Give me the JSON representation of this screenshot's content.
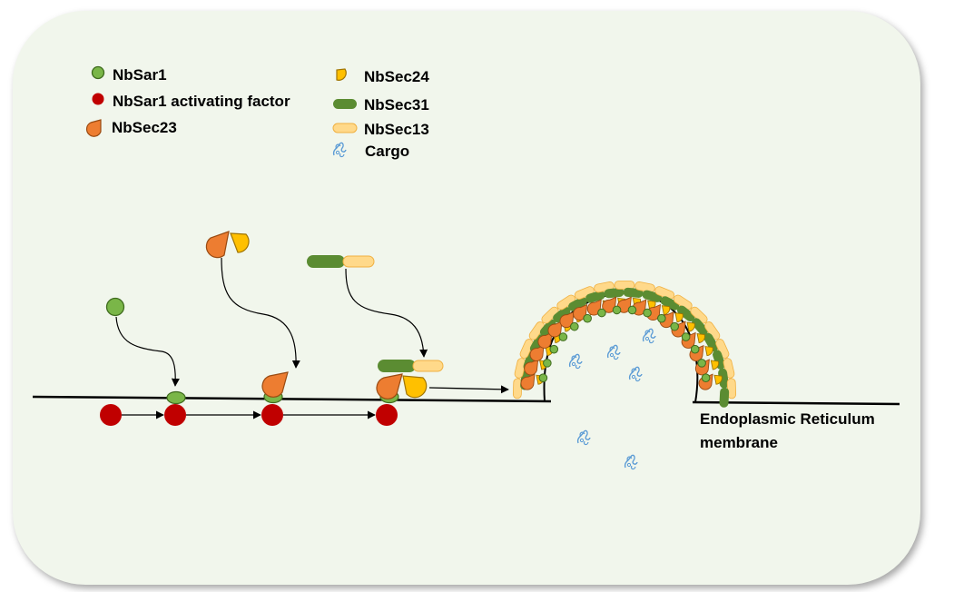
{
  "legend": {
    "sar1": "NbSar1",
    "activating_factor": "NbSar1 activating factor",
    "sec23": "NbSec23",
    "sec24": "NbSec24",
    "sec31": "NbSec31",
    "sec13": "NbSec13",
    "cargo": "Cargo"
  },
  "membrane_label": [
    "Endoplasmic Reticulum",
    "membrane"
  ],
  "colors": {
    "sar1": "#7ab648",
    "sar1_stroke": "#3f6b1e",
    "activating_factor": "#c00000",
    "sec23": "#ed7d31",
    "sec23_stroke": "#9a4b12",
    "sec24": "#ffc000",
    "sec24_stroke": "#a07400",
    "sec31": "#5b8c32",
    "sec13": "#ffd98a",
    "sec13_stroke": "#f0b040",
    "cargo": "#5b9bd5",
    "panel": "#f1f6ec"
  },
  "icons": {
    "sar1": "green-circle",
    "activating_factor": "red-circle",
    "sec23": "orange-wedge",
    "sec24": "yellow-wedge",
    "sec31": "green-bar",
    "sec13": "yellow-bar",
    "cargo": "blue-squiggle"
  }
}
